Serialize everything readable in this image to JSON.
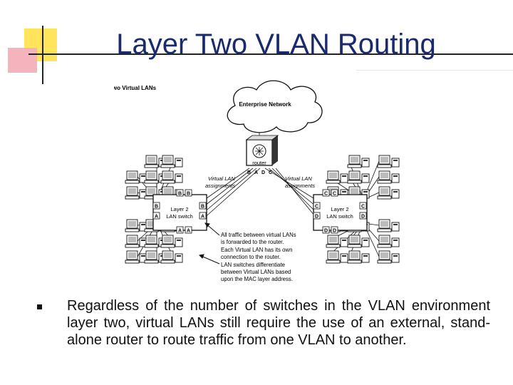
{
  "title": "Layer Two VLAN Routing",
  "diagram": {
    "heading": "Layer Two Virtual LANs",
    "cloud_label": "Enterprise Network",
    "router_label": "router",
    "router_ports": [
      "B",
      "A",
      "D",
      "C"
    ],
    "left_assign_label": [
      "Virtual LAN",
      "assignments"
    ],
    "right_assign_label": [
      "Virtual LAN",
      "assignments"
    ],
    "left_switch_label": [
      "Layer 2",
      "LAN switch"
    ],
    "right_switch_label": [
      "Layer 2",
      "LAN switch"
    ],
    "left_switch_ports": [
      "B",
      "B",
      "B",
      "B",
      "A",
      "A",
      "A",
      "A"
    ],
    "right_switch_ports": [
      "C",
      "C",
      "C",
      "C",
      "D",
      "D",
      "D",
      "D"
    ],
    "notes": [
      "All traffic between virtual LANs",
      "is forwarded to the router.",
      "Each Virtual LAN has its own",
      "connection to the router.",
      "LAN switches differentiate",
      "between Virtual LANs based",
      "upon the MAC layer address."
    ]
  },
  "body_text": "Regardless of the number of switches in the VLAN environment layer two, virtual LANs still require the use of an external, stand-alone router to route traffic from one VLAN to another.",
  "colors": {
    "title": "#1a2a6c",
    "accent_yellow": "#ffe45c",
    "accent_red": "#f5b3bd"
  }
}
